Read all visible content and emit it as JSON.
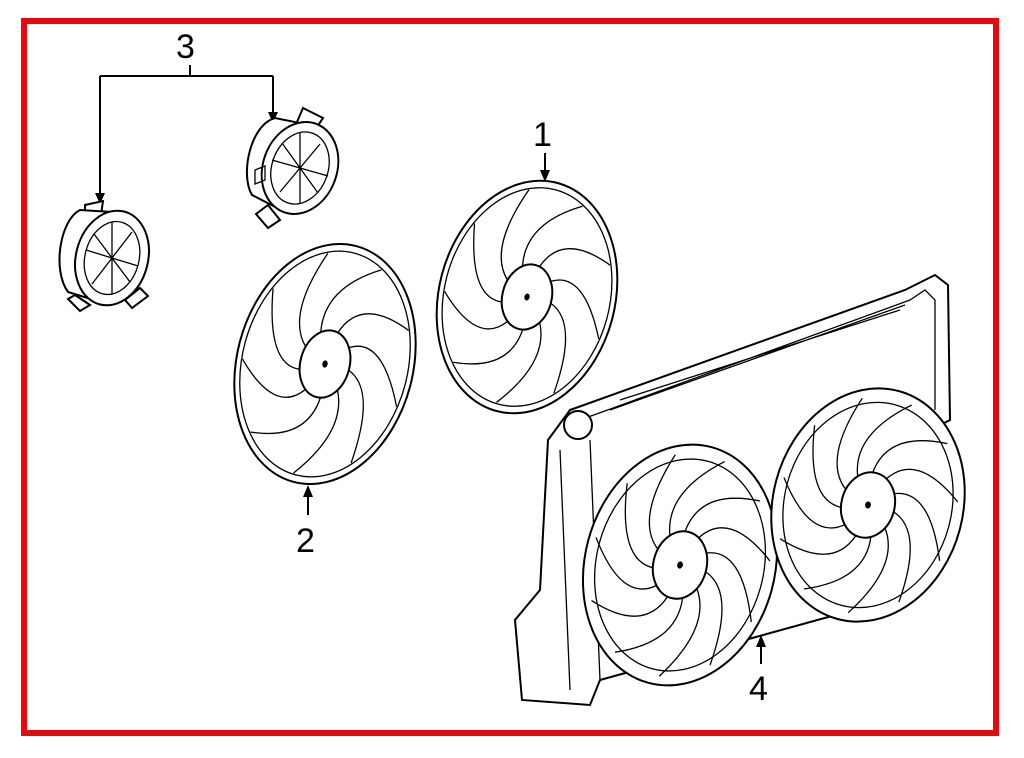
{
  "diagram": {
    "border_color": "#e8090f",
    "callouts": {
      "fan_blade_1": "1",
      "fan_blade_2": "2",
      "motors": "3",
      "shroud": "4"
    }
  }
}
